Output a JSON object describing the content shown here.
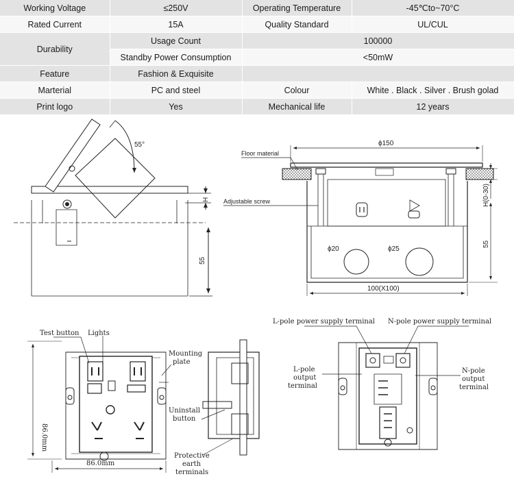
{
  "specs": {
    "r1": [
      "Working Voltage",
      "≤250V",
      "Operating Temperature",
      "-45℃to~70°C"
    ],
    "r2": [
      "Rated Current",
      "15A",
      "Quality Standard",
      "UL/CUL"
    ],
    "durability": "Durability",
    "r3": [
      "Usage Count",
      "100000"
    ],
    "r4": [
      "Standby Power Consumption",
      "<50mW"
    ],
    "r5": [
      "Feature",
      "Fashion & Exquisite"
    ],
    "r6": [
      "Marterial",
      "PC and steel",
      "Colour",
      "White . Black . Silver . Brush golad"
    ],
    "r7": [
      "Print logo",
      "Yes",
      "Mechanical life",
      "12 years"
    ]
  },
  "drawing1": {
    "angle": "55°",
    "h": "H",
    "dim55": "55"
  },
  "drawing2": {
    "floor_material": "Floor material",
    "adjustable_screw": "Adjustable screw",
    "phi150": "ϕ150",
    "phi20": "ϕ20",
    "phi25": "ϕ25",
    "width": "100(X100)",
    "h_range": "H(0-30)",
    "dim55": "55"
  },
  "drawing3": {
    "test_button": "Test button",
    "lights": "Lights",
    "mounting_1": "Mounting",
    "mounting_2": "plate",
    "uninstall_1": "Uninstall",
    "uninstall_2": "button",
    "protective_1": "Protective",
    "protective_2": "earth",
    "protective_3": "terminals",
    "height_dim": "86.0mm",
    "width_dim": "86.0mm"
  },
  "drawing4": {
    "l_supply": "L-pole power supply terminal",
    "n_supply": "N-pole power supply terminal",
    "l_out_1": "L-pole",
    "l_out_2": "output",
    "l_out_3": "terminal",
    "n_out_1": "N-pole",
    "n_out_2": "output",
    "n_out_3": "terminal"
  }
}
